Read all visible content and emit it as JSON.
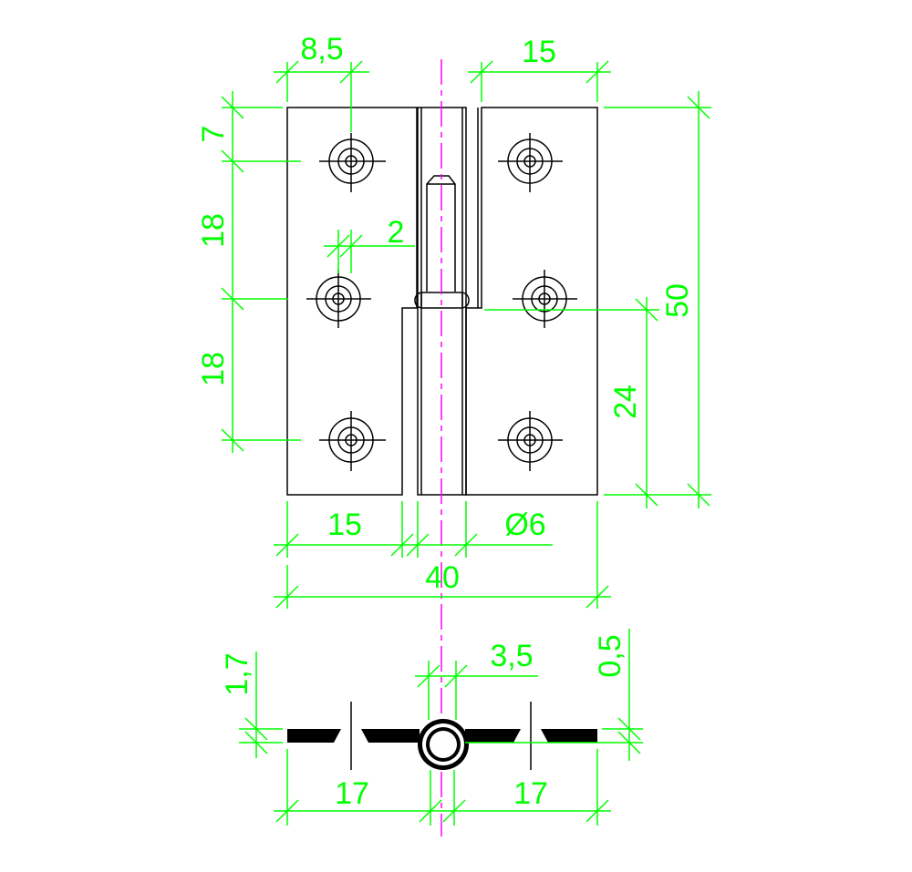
{
  "colors": {
    "background": "#ffffff",
    "outline": "#000000",
    "dimension": "#00ff00",
    "axis": "#ff00ff"
  },
  "dimensions": {
    "top_left_width": "8,5",
    "top_right_width": "15",
    "hole_offset_top": "7",
    "hole_spacing_upper": "18",
    "hole_spacing_lower": "18",
    "countersink": "2",
    "total_height": "50",
    "knuckle_height": "24",
    "bottom_left_width": "15",
    "pin_diameter": "Ø6",
    "total_width": "40",
    "thickness": "1,7",
    "knuckle_gap": "3,5",
    "clearance": "0,5",
    "left_leaf_section": "17",
    "right_leaf_section": "17"
  }
}
